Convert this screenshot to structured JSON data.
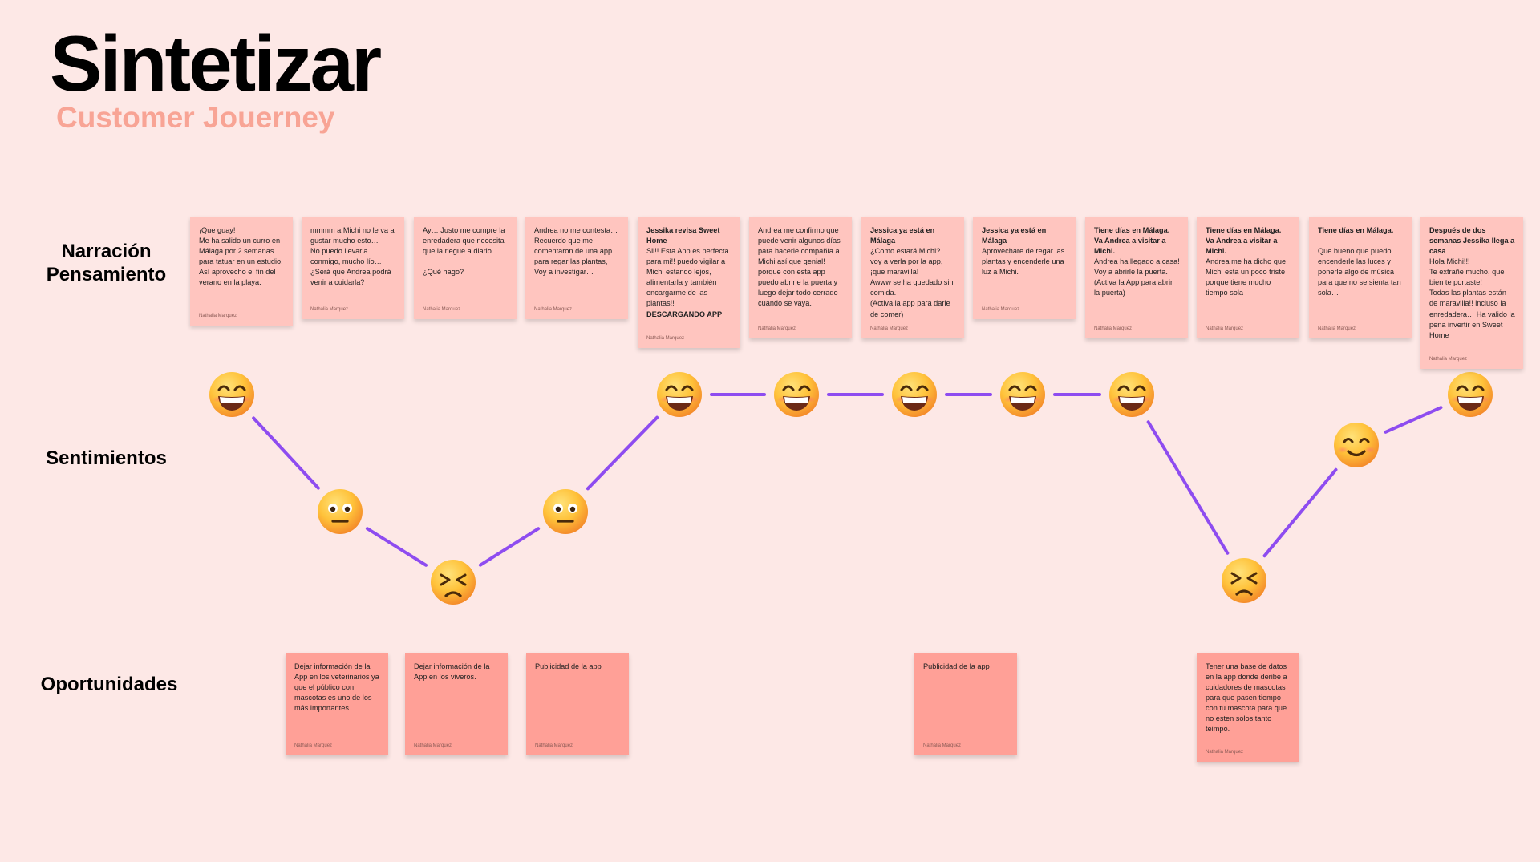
{
  "header": {
    "title": "Sintetizar",
    "subtitle": "Customer Jouerney"
  },
  "rows": {
    "narration": "Narración\nPensamiento",
    "feelings": "Sentimientos",
    "opportunities": "Oportunidades"
  },
  "narration_notes": [
    {
      "head": "",
      "body": "¡Que guay!\nMe ha salido un curro en Málaga por 2 semanas para tatuar en un estudio.\nAsí aprovecho el fin del verano en la playa.",
      "author": "Nathalia Marquez"
    },
    {
      "head": "",
      "body": "mmmm a Michi no le va a gustar mucho esto…\nNo puedo llevarla conmigo, mucho lío…\n¿Será que Andrea podrá venir a cuidarla?",
      "author": "Nathalia Marquez"
    },
    {
      "head": "",
      "body": "Ay… Justo me compre la enredadera que necesita que la riegue a diario…\n\n¿Qué hago?",
      "author": "Nathalia Marquez"
    },
    {
      "head": "",
      "body": "Andrea no me contesta…\nRecuerdo que me comentaron de una app para regar las plantas,\nVoy a investigar…",
      "author": "Nathalia Marquez"
    },
    {
      "head": "Jessika revisa Sweet Home",
      "body": "Sii!! Esta App es perfecta para mi!! puedo vigilar a Michi estando lejos, alimentarla y también encargarme de las plantas!!",
      "tail": "DESCARGANDO APP",
      "author": "Nathalia Marquez"
    },
    {
      "head": "",
      "body": "Andrea me confirmo que puede venir algunos días para hacerle compañía a Michi así que genial! porque con esta app puedo abrirle la puerta y luego dejar todo cerrado cuando se vaya.",
      "author": "Nathalia Marquez"
    },
    {
      "head": "Jessica ya está en Málaga",
      "body": "¿Como estará Michi?\nvoy a verla por la app, ¡que maravilla!\nAwww se ha quedado sin comida.\n(Activa la app para darle de comer)",
      "author": "Nathalia Marquez"
    },
    {
      "head": "Jessica ya está en Málaga",
      "body": "Aprovechare de regar las plantas y encenderle una luz a Michi.",
      "author": "Nathalia Marquez"
    },
    {
      "head": "Tiene días en  Málaga.\nVa Andrea a visitar a Michi.",
      "body": "Andrea ha llegado a casa!\nVoy a abrirle la puerta.\n(Activa la App para abrir la puerta)",
      "author": "Nathalia Marquez"
    },
    {
      "head": "Tiene días en  Málaga.\nVa Andrea a visitar a Michi.",
      "body": "Andrea me ha dicho que Michi esta un poco triste porque tiene mucho tiempo sola",
      "author": "Nathalia Marquez"
    },
    {
      "head": "Tiene días en  Málaga.",
      "body": "\nQue bueno que puedo encenderle las luces y ponerle algo de música para que no se sienta tan sola…",
      "author": "Nathalia Marquez"
    },
    {
      "head": "Después de dos semanas Jessika llega a casa",
      "body": "Hola Michi!!!\nTe extrañe mucho, que bien te portaste!\nTodas las plantas están de maravilla!! incluso la enredadera… Ha valido la pena invertir en Sweet Home",
      "author": "Nathalia Marquez"
    }
  ],
  "sentiment_points": [
    {
      "face": "grin-face-icon",
      "level": 5
    },
    {
      "face": "neutral-face-icon",
      "level": 3
    },
    {
      "face": "distressed-face-icon",
      "level": 1
    },
    {
      "face": "neutral-face-icon",
      "level": 3
    },
    {
      "face": "grin-face-icon",
      "level": 5
    },
    {
      "face": "grin-face-icon",
      "level": 5
    },
    {
      "face": "grin-face-icon",
      "level": 5
    },
    {
      "face": "grin-face-icon",
      "level": 5
    },
    {
      "face": "grin-face-icon",
      "level": 5
    },
    {
      "face": "distressed-face-icon",
      "level": 1
    },
    {
      "face": "smile-face-icon",
      "level": 4
    },
    {
      "face": "grin-face-icon",
      "level": 5
    }
  ],
  "opportunity_notes": [
    {
      "body": "Dejar información de la App en los veterinarios ya que el público con mascotas es uno de los más importantes.",
      "author": "Nathalia Marquez"
    },
    {
      "body": "Dejar información de la App en los viveros.",
      "author": "Nathalia Marquez"
    },
    {
      "body": "Publicidad de la app",
      "author": "Nathalia Marquez"
    },
    {
      "body": "Publicidad de la app",
      "author": "Nathalia Marquez"
    },
    {
      "body": "Tener una base de datos en la app donde deribe a cuidadores de mascotas para que pasen tiempo con tu mascota para que no esten solos tanto teimpo.",
      "author": "Nathalia Marquez"
    }
  ],
  "colors": {
    "background": "#fde8e6",
    "sticky_narration": "#ffc5bf",
    "sticky_opportunity": "#ffa097",
    "connector": "#8e4cf0",
    "subtitle": "#f8a495"
  }
}
